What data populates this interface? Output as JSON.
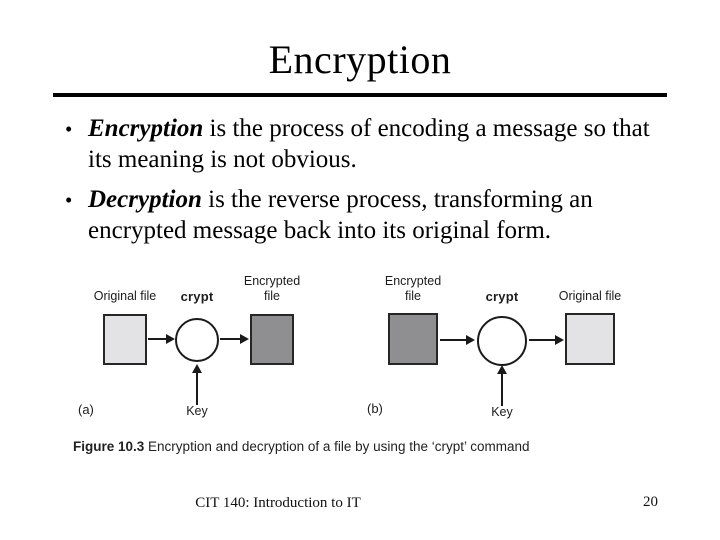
{
  "colors": {
    "background": "#ffffff",
    "text": "#000000",
    "divider": "#000000",
    "light_file_fill": "#e3e3e5",
    "dark_file_fill": "#8f8f91",
    "figure_line": "#1a1a1a"
  },
  "slide": {
    "title": "Encryption",
    "bullet_char": "•",
    "bullets": [
      {
        "lead": "Encryption",
        "rest": " is the process of encoding a message so that its meaning is not obvious."
      },
      {
        "lead": "Decryption",
        "rest": " is the reverse process, transforming an encrypted message back into its original form."
      }
    ]
  },
  "figure": {
    "panel_a": {
      "tag": "(a)",
      "input_label": "Original file",
      "command_label": "crypt",
      "output_label_line1": "Encrypted",
      "output_label_line2": "file",
      "key_label": "Key"
    },
    "panel_b": {
      "tag": "(b)",
      "input_label_line1": "Encrypted",
      "input_label_line2": "file",
      "command_label": "crypt",
      "output_label": "Original file",
      "key_label": "Key"
    },
    "caption_label": "Figure 10.3",
    "caption_text": "Encryption and decryption of a file by using the ‘crypt’ command"
  },
  "footer": {
    "course": "CIT 140: Introduction to IT",
    "page_number": "20"
  }
}
